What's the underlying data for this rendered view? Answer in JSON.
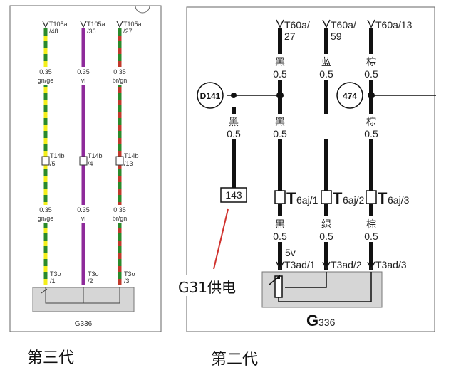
{
  "left_diagram": {
    "caption": "第三代",
    "component": "G336",
    "wires": [
      {
        "top_pin": "T105a",
        "top_no": "/48",
        "size": "0.35",
        "color": "gn/ge",
        "mid_pin": "T14b",
        "mid_no": "/5",
        "bot_pin": "T3o",
        "bot_no": "/1",
        "stripe1": "#f3ee1a",
        "stripe2": "#2a8a2a"
      },
      {
        "top_pin": "T105a",
        "top_no": "/36",
        "size": "0.35",
        "color": "vi",
        "mid_pin": "T14b",
        "mid_no": "/4",
        "bot_pin": "T3o",
        "bot_no": "/2",
        "stripe1": "#8e2a9a",
        "stripe2": "#8e2a9a"
      },
      {
        "top_pin": "T105a",
        "top_no": "/27",
        "size": "0.35",
        "color": "br/gn",
        "mid_pin": "T14b",
        "mid_no": "/13",
        "bot_pin": "T3o",
        "bot_no": "/3",
        "stripe1": "#c0392b",
        "stripe2": "#2a8a2a"
      }
    ]
  },
  "right_diagram": {
    "caption": "第二代",
    "component_letter": "G",
    "component_no": "336",
    "node_d141": "D141",
    "node_474": "474",
    "relay_box": "143",
    "annotation": "G31供电",
    "voltage": "5v",
    "d141_wire": {
      "color": "黑",
      "size": "0.5"
    },
    "wires": [
      {
        "top_pin": "T60a/",
        "top_no": "27",
        "color1": "黑",
        "size1": "0.5",
        "color2": "黑",
        "size2": "0.5",
        "mid_pin_letter": "T",
        "mid_pin": "6aj/1",
        "color3": "黑",
        "size3": "0.5",
        "bot_pin": "T3ad/1"
      },
      {
        "top_pin": "T60a/",
        "top_no": "59",
        "color1": "蓝",
        "size1": "0.5",
        "mid_pin_letter": "T",
        "mid_pin": "6aj/2",
        "color3": "绿",
        "size3": "0.5",
        "bot_pin": "T3ad/2"
      },
      {
        "top_pin": "T60a/13",
        "top_no": "",
        "color1": "棕",
        "size1": "0.5",
        "color2": "棕",
        "size2": "0.5",
        "mid_pin_letter": "T",
        "mid_pin": "6aj/3",
        "color3": "棕",
        "size3": "0.5",
        "bot_pin": "T3ad/3"
      }
    ]
  },
  "colors": {
    "wire_black": "#111111",
    "component_fill": "#d6d6d6",
    "annotation_line": "#d0312d"
  }
}
